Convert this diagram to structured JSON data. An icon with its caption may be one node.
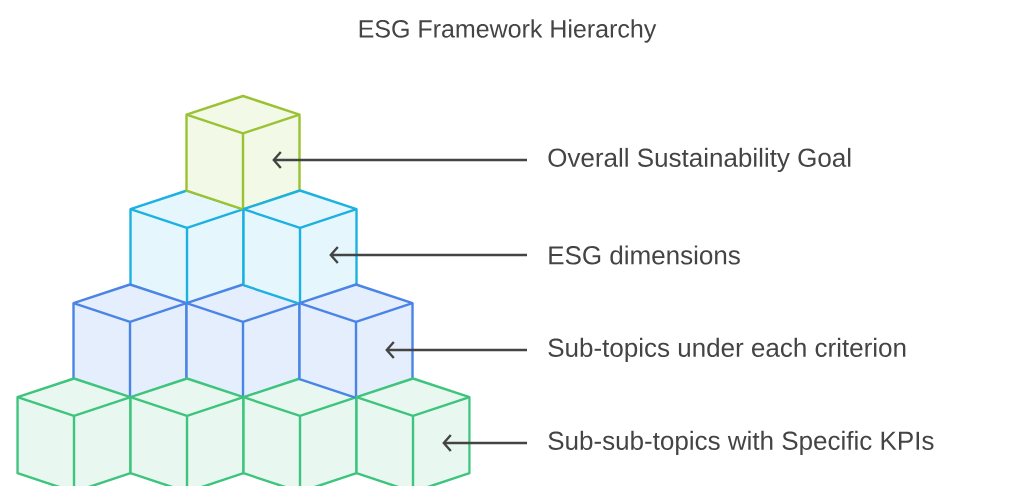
{
  "diagram": {
    "title": "ESG Framework Hierarchy",
    "nodes": [
      {
        "text": [
          "Overall Sustainability Goal"
        ]
      },
      {
        "text": [
          "ESG dimensions"
        ]
      },
      {
        "text": [
          "Sub-topics under each criterion"
        ]
      },
      {
        "text": [
          "Sub-sub-topics with Specific KPIs"
        ]
      },
      {
        "text": [],
        "shape": "cube"
      },
      {
        "text": [],
        "shape": "cube"
      },
      {
        "text": [],
        "shape": "cube"
      },
      {
        "text": [],
        "shape": "cube"
      }
    ],
    "edges": [
      {
        "from": 0,
        "to": 4,
        "arrow": "to"
      },
      {
        "from": 1,
        "to": 5,
        "arrow": "to"
      },
      {
        "from": 2,
        "to": 6,
        "arrow": "to"
      },
      {
        "from": 3,
        "to": 7,
        "arrow": "to"
      }
    ]
  }
}
